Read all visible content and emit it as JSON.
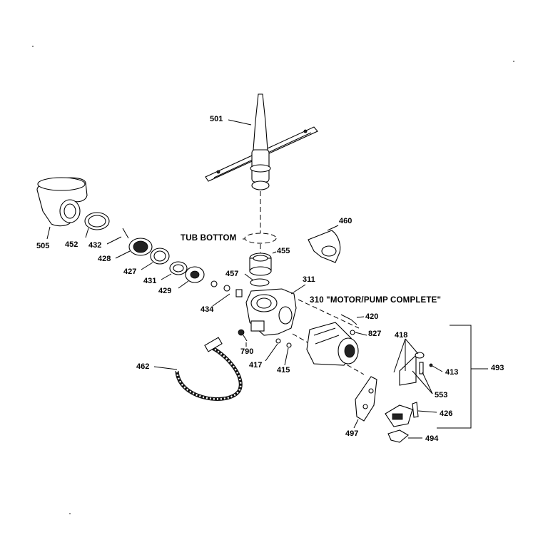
{
  "diagram": {
    "captions": {
      "tub_bottom": "TUB BOTTOM",
      "motor_pump": "310 \"MOTOR/PUMP COMPLETE\""
    },
    "parts": {
      "p501": "501",
      "p505": "505",
      "p452": "452",
      "p432": "432",
      "p428": "428",
      "p427": "427",
      "p431": "431",
      "p429": "429",
      "p434": "434",
      "p460": "460",
      "p455": "455",
      "p457": "457",
      "p311": "311",
      "p420": "420",
      "p827": "827",
      "p418": "418",
      "p413": "413",
      "p493": "493",
      "p553": "553",
      "p426": "426",
      "p494": "494",
      "p497": "497",
      "p790": "790",
      "p417": "417",
      "p415": "415",
      "p462": "462"
    }
  }
}
